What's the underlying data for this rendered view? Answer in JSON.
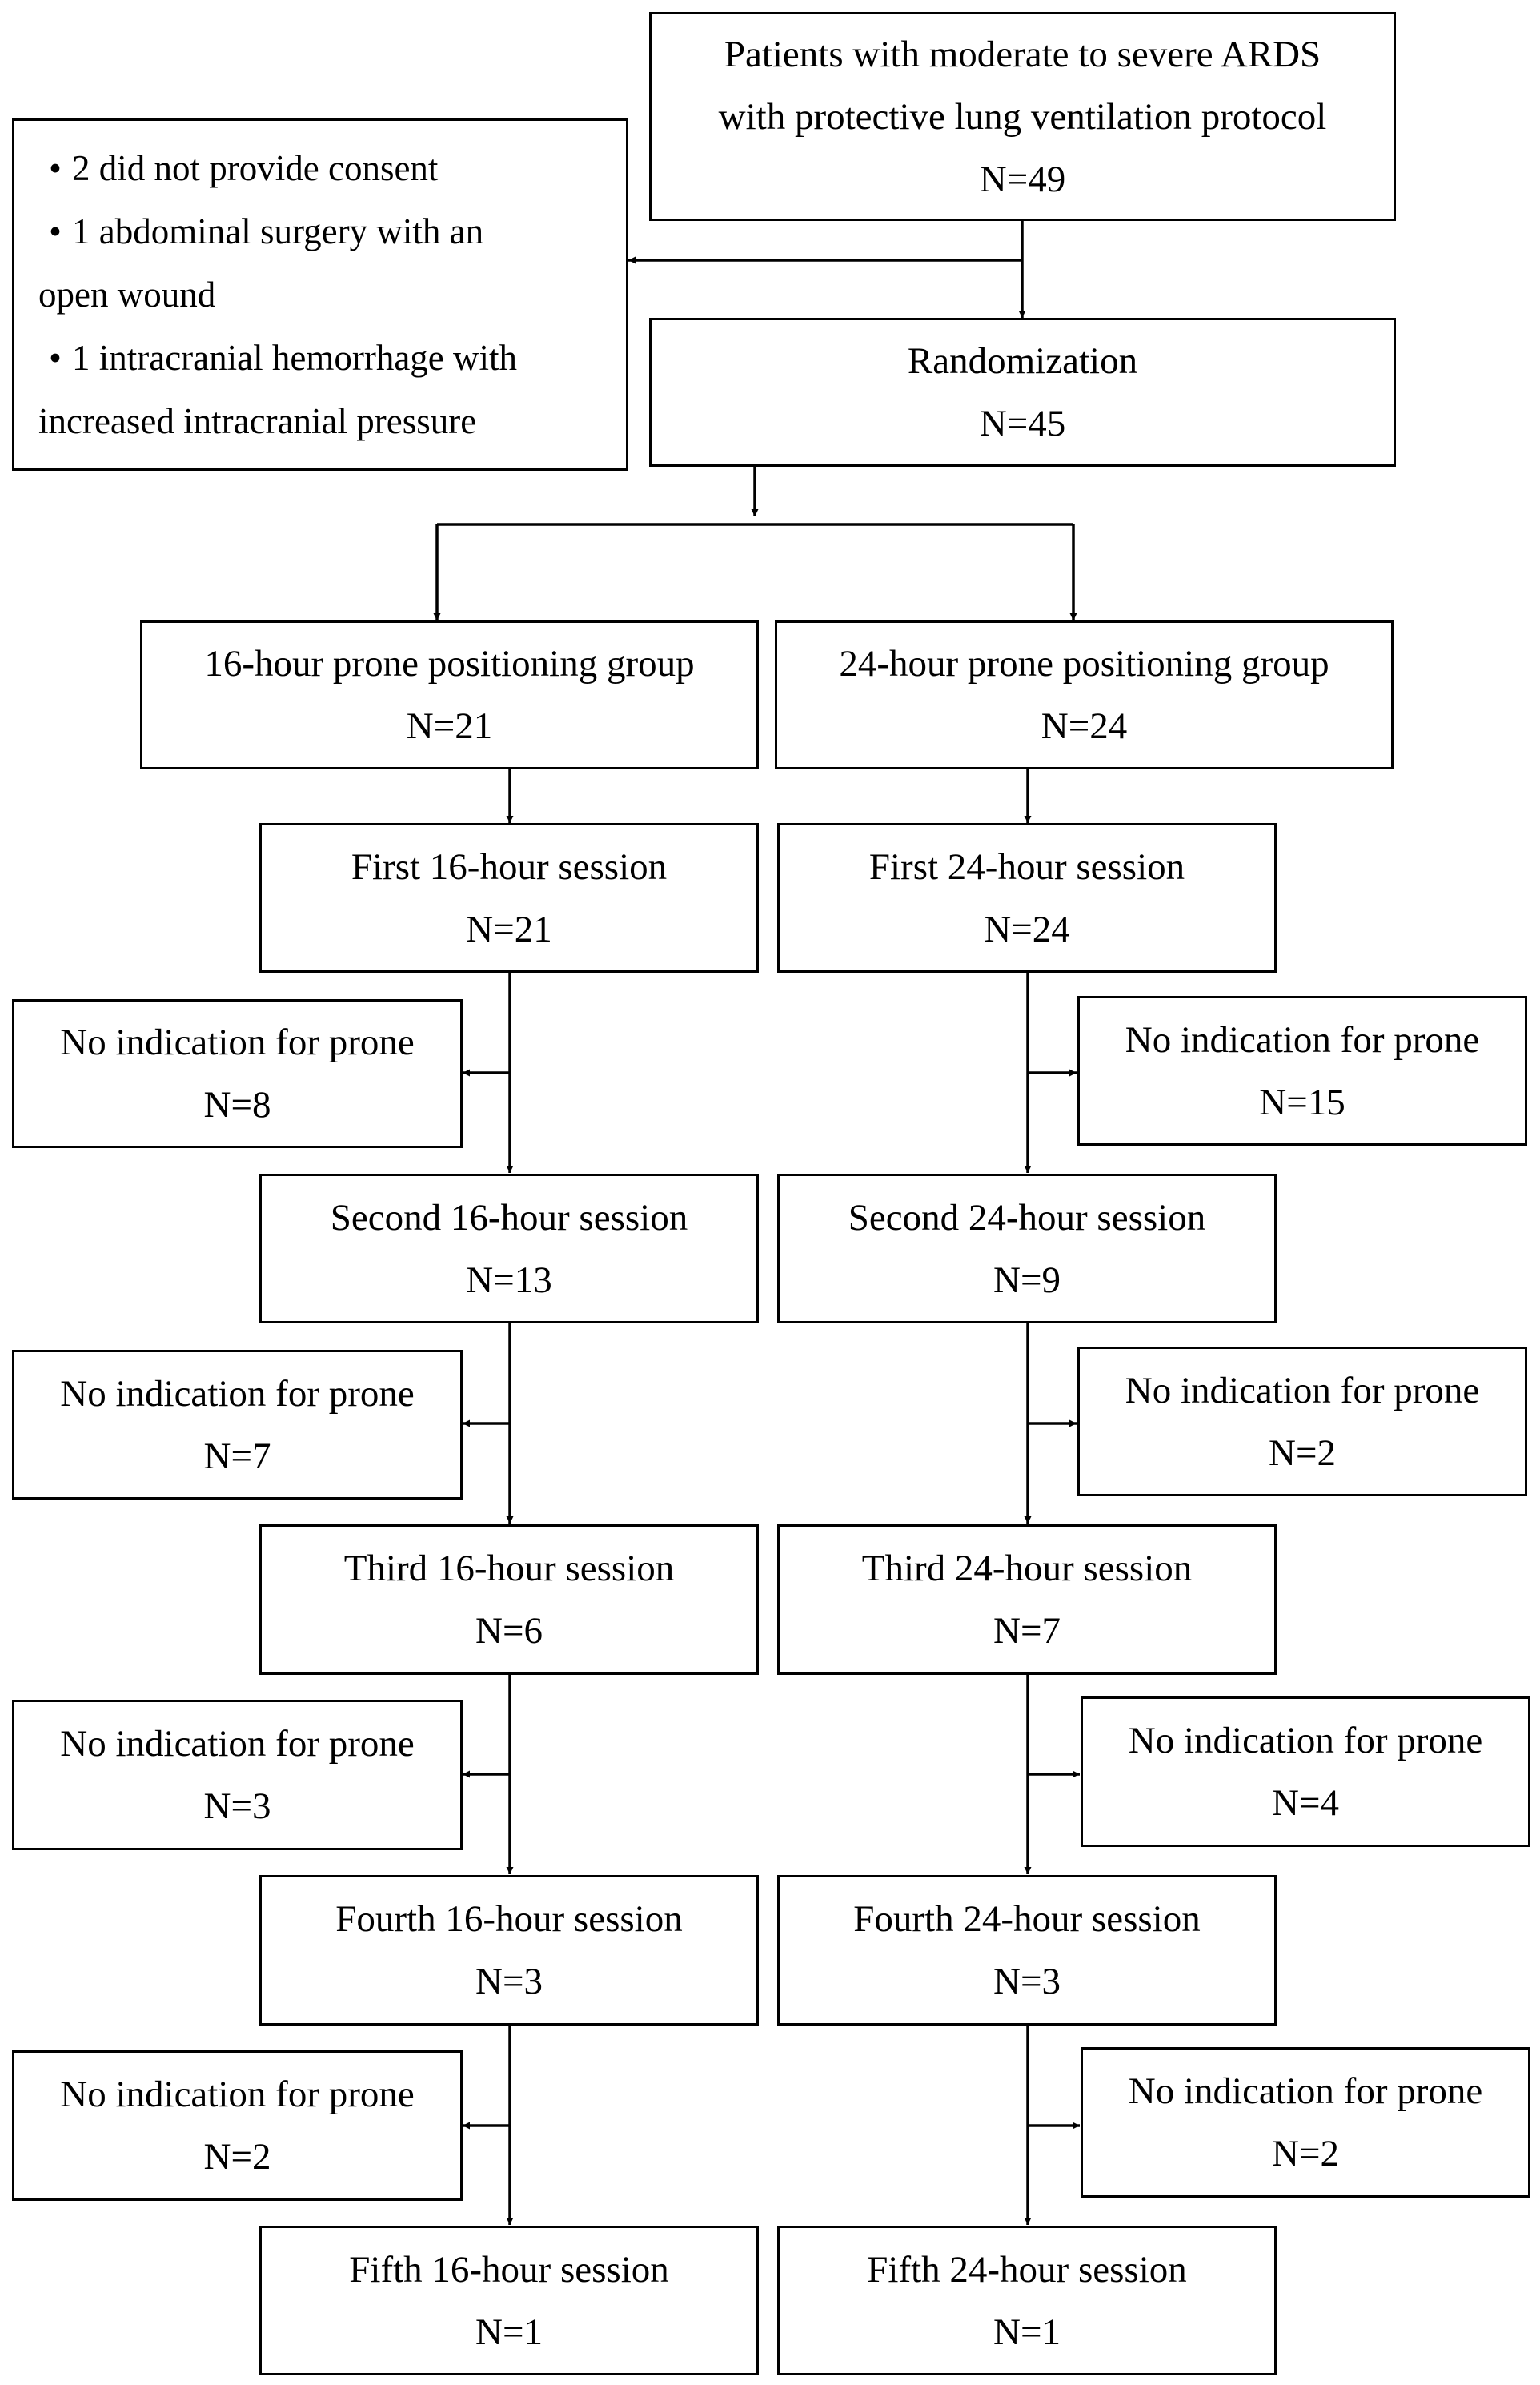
{
  "top": {
    "line1": "Patients with moderate to severe ARDS",
    "line2": "with protective lung ventilation protocol",
    "n": "N=49"
  },
  "exclusions": [
    {
      "bullet": "•",
      "lines": [
        "2 did not provide consent"
      ]
    },
    {
      "bullet": "•",
      "lines": [
        "1 abdominal surgery with an",
        "open wound"
      ]
    },
    {
      "bullet": "•",
      "lines": [
        "1 intracranial hemorrhage with",
        "increased intracranial pressure"
      ]
    }
  ],
  "randomization": {
    "label": "Randomization",
    "n": "N=45"
  },
  "groups": {
    "left": {
      "label": "16-hour prone positioning group",
      "n": "N=21"
    },
    "right": {
      "label": "24-hour prone positioning group",
      "n": "N=24"
    }
  },
  "left_sessions": [
    {
      "label": "First 16-hour session",
      "n": "N=21"
    },
    {
      "label": "Second 16-hour session",
      "n": "N=13"
    },
    {
      "label": "Third 16-hour session",
      "n": "N=6"
    },
    {
      "label": "Fourth 16-hour session",
      "n": "N=3"
    },
    {
      "label": "Fifth 16-hour session",
      "n": "N=1"
    }
  ],
  "right_sessions": [
    {
      "label": "First 24-hour session",
      "n": "N=24"
    },
    {
      "label": "Second 24-hour session",
      "n": "N=9"
    },
    {
      "label": "Third 24-hour session",
      "n": "N=7"
    },
    {
      "label": "Fourth 24-hour session",
      "n": "N=3"
    },
    {
      "label": "Fifth 24-hour session",
      "n": "N=1"
    }
  ],
  "left_dropouts": [
    {
      "label": "No indication for prone",
      "n": "N=8"
    },
    {
      "label": "No indication for prone",
      "n": "N=7"
    },
    {
      "label": "No indication for prone",
      "n": "N=3"
    },
    {
      "label": "No indication for prone",
      "n": "N=2"
    }
  ],
  "right_dropouts": [
    {
      "label": "No indication for prone",
      "n": "N=15"
    },
    {
      "label": "No indication for prone",
      "n": "N=2"
    },
    {
      "label": "No indication for prone",
      "n": "N=4"
    },
    {
      "label": "No indication for prone",
      "n": "N=2"
    }
  ]
}
